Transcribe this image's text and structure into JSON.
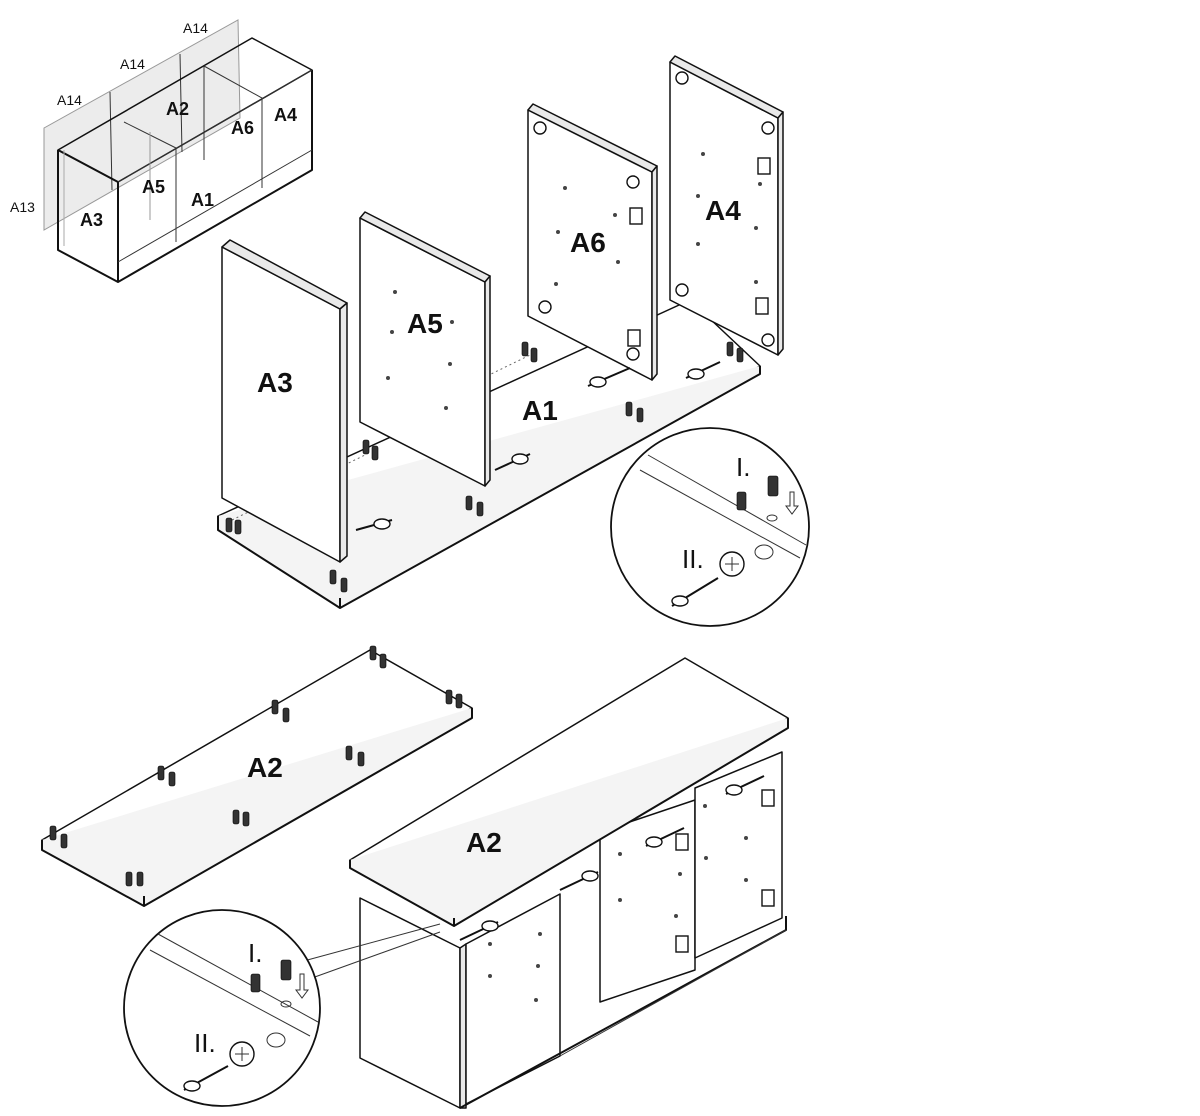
{
  "overview": {
    "labels": {
      "back_panel_1": "A14",
      "back_panel_2": "A14",
      "back_panel_3": "A14",
      "side_back": "A13",
      "left_side": "A3",
      "partition_left": "A5",
      "bottom": "A1",
      "top": "A2",
      "partition_right": "A6",
      "right_side": "A4"
    }
  },
  "step_assembly": {
    "panels": {
      "left_side": "A3",
      "partition_left": "A5",
      "partition_right": "A6",
      "right_side": "A4",
      "bottom": "A1"
    },
    "detail": {
      "step_1": "I.",
      "step_2": "II."
    }
  },
  "step_top": {
    "top_panel": "A2",
    "top_panel_mounted": "A2",
    "detail": {
      "step_1": "I.",
      "step_2": "II."
    }
  }
}
